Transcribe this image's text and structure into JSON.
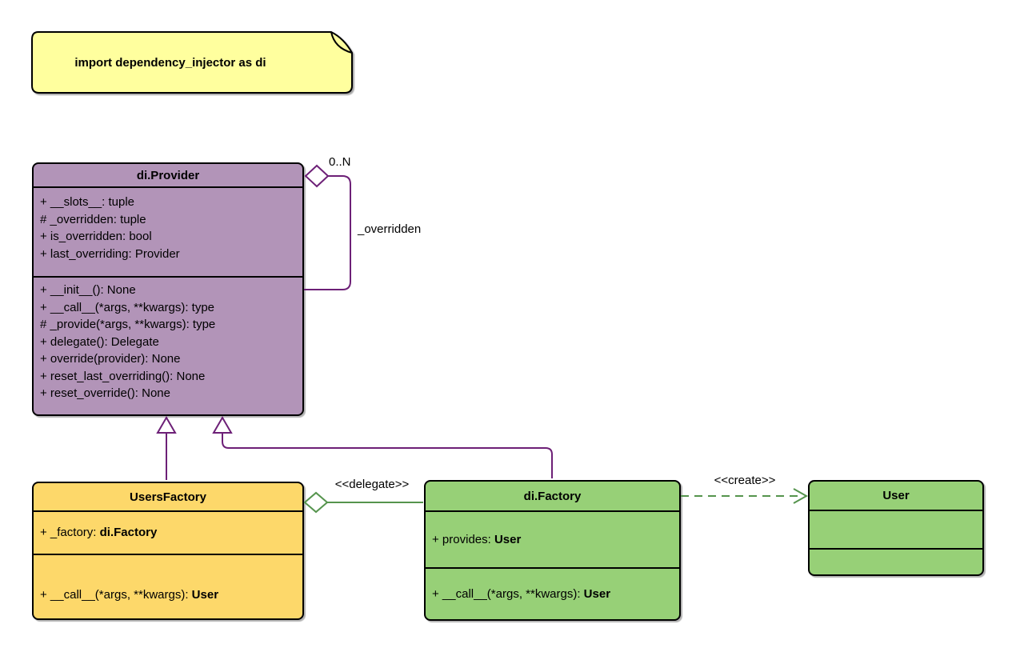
{
  "note": {
    "text": "import dependency_injector as di"
  },
  "colors": {
    "purple_fill": "#b294b8",
    "purple_stroke": "#6d2077",
    "yellow_fill": "#fdd86a",
    "green_fill": "#97d077",
    "green_stroke": "#55944d",
    "note_fill": "#ffff9e"
  },
  "classes": {
    "provider": {
      "title": "di.Provider",
      "attributes": [
        [
          {
            "t": "+ __slots__: tuple"
          }
        ],
        [
          {
            "t": "# _overridden: tuple"
          }
        ],
        [
          {
            "t": "+ is_overridden: bool"
          }
        ],
        [
          {
            "t": "+ last_overriding: Provider"
          }
        ]
      ],
      "methods": [
        [
          {
            "t": "+ __init__(): None"
          }
        ],
        [
          {
            "t": "+ __call__(*args, **kwargs): type"
          }
        ],
        [
          {
            "t": "# _provide(*args, **kwargs): type"
          }
        ],
        [
          {
            "t": "+ delegate(): Delegate"
          }
        ],
        [
          {
            "t": "+ override(provider): None"
          }
        ],
        [
          {
            "t": "+ reset_last_overriding(): None"
          }
        ],
        [
          {
            "t": "+ reset_override(): None"
          }
        ]
      ]
    },
    "users_factory": {
      "title": "UsersFactory",
      "attributes": [
        [
          {
            "t": "+ _factory: "
          },
          {
            "t": "di.Factory",
            "b": true
          }
        ]
      ],
      "methods": [
        [
          {
            "t": "+ __call__(*args, **kwargs): "
          },
          {
            "t": "User",
            "b": true
          }
        ]
      ]
    },
    "factory": {
      "title": "di.Factory",
      "attributes": [
        [
          {
            "t": "+ provides: "
          },
          {
            "t": "User",
            "b": true
          }
        ]
      ],
      "methods": [
        [
          {
            "t": "+ __call__(*args, **kwargs): "
          },
          {
            "t": "User",
            "b": true
          }
        ]
      ]
    },
    "user": {
      "title": "User",
      "attributes": [],
      "methods": []
    }
  },
  "edges": {
    "overridden": {
      "multiplicity": "0..N",
      "label": "_overridden"
    },
    "delegate": {
      "label": "<<delegate>>"
    },
    "create": {
      "label": "<<create>>"
    }
  }
}
